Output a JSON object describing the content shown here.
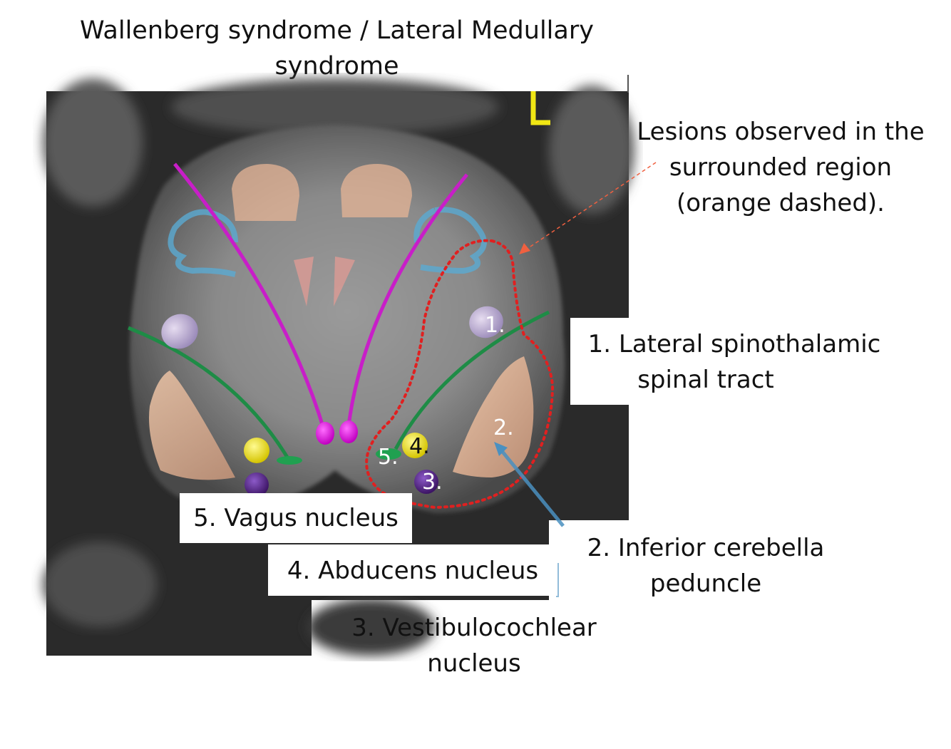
{
  "title": {
    "line1": "Wallenberg syndrome / Lateral Medullary",
    "line2": "syndrome"
  },
  "orientation_marker": "L",
  "annotation": {
    "line1": "Lesions observed in the",
    "line2": "surrounded region",
    "line3": "(orange dashed)."
  },
  "structures": [
    {
      "number": "1.",
      "label_line1": "1. Lateral spinothalamic",
      "label_line2": "spinal tract"
    },
    {
      "number": "2.",
      "label_line1": "2. Inferior cerebella",
      "label_line2": "peduncle"
    },
    {
      "number": "3.",
      "label_line1": "3. Vestibulocochlear",
      "label_line2": "nucleus"
    },
    {
      "number": "4.",
      "label_line1": "4. Abducens nucleus"
    },
    {
      "number": "5.",
      "label_line1": "5. Vagus nucleus"
    }
  ],
  "colors": {
    "lesion_outline": "#e02020",
    "arrow": "#f06040",
    "pyramidal_tract": "#c81ec8",
    "spinothalamic_tract": "#1e8c46",
    "cerebellar_peduncle": "#e6b496",
    "vestibulocochlear": "#5a1e8c",
    "abducens": "#f0e614",
    "olive_contour": "#5aaad2",
    "orientation_marker": "#f0e614"
  }
}
